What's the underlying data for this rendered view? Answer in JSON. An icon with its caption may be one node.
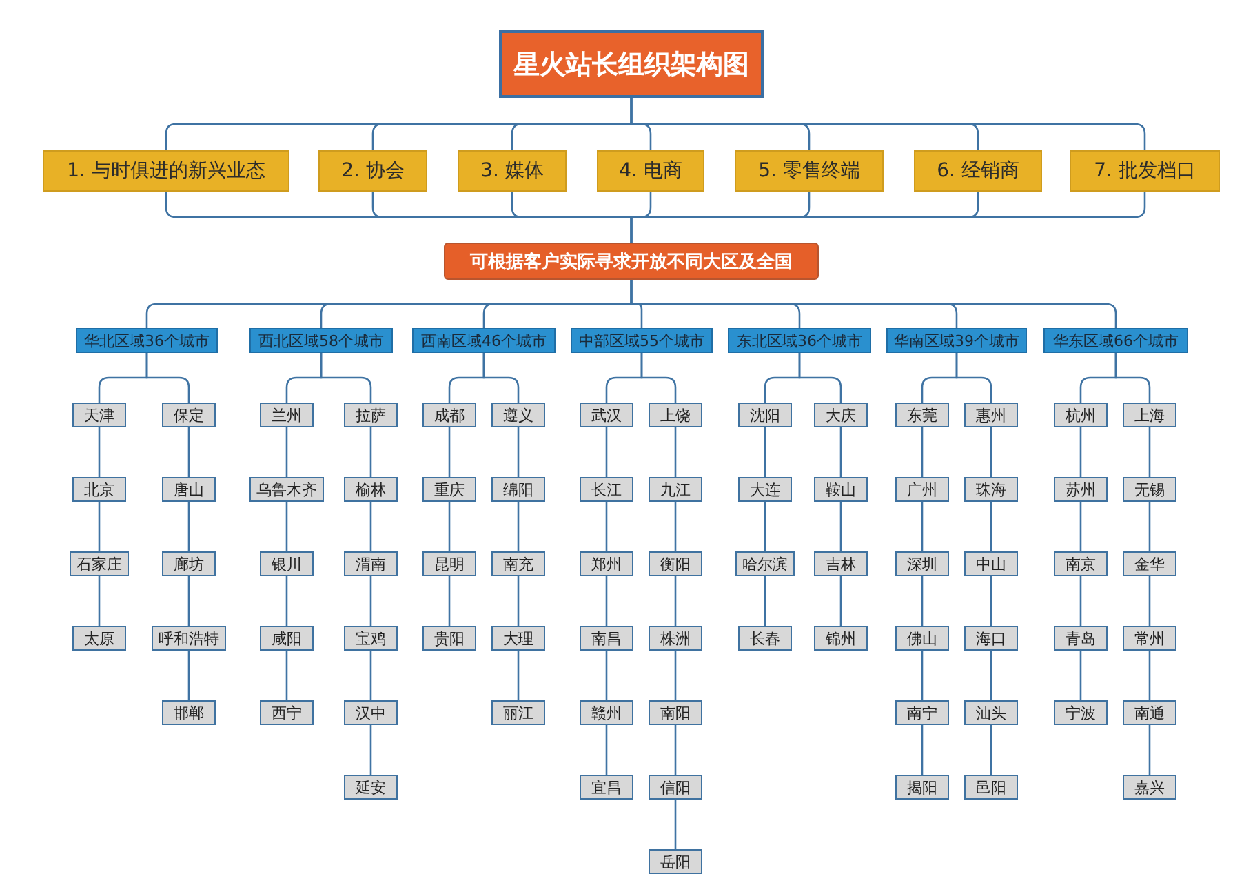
{
  "diagram": {
    "nodes": [
      {
        "text": [
          "星火站长组织架构图"
        ]
      },
      {
        "text": [
          "1. 与时俱进的新兴业态"
        ]
      },
      {
        "text": [
          "2. 协会"
        ]
      },
      {
        "text": [
          "3. 媒体"
        ]
      },
      {
        "text": [
          "4. 电商"
        ]
      },
      {
        "text": [
          "5. 零售终端"
        ]
      },
      {
        "text": [
          "6. 经销商"
        ]
      },
      {
        "text": [
          "7. 批发档口"
        ]
      },
      {
        "text": [
          "可根据客户实际寻求开放不同大区及全国"
        ]
      },
      {
        "text": [
          "华北区域36个城市"
        ]
      },
      {
        "text": [
          "西北区域58个城市"
        ]
      },
      {
        "text": [
          "西南区域46个城市"
        ]
      },
      {
        "text": [
          "中部区域55个城市"
        ]
      },
      {
        "text": [
          "东北区域36个城市"
        ]
      },
      {
        "text": [
          "华南区域39个城市"
        ]
      },
      {
        "text": [
          "华东区域66个城市"
        ]
      },
      {
        "text": [
          "天津"
        ]
      },
      {
        "text": [
          "北京"
        ]
      },
      {
        "text": [
          "石家庄"
        ]
      },
      {
        "text": [
          "太原"
        ]
      },
      {
        "text": [
          "保定"
        ]
      },
      {
        "text": [
          "唐山"
        ]
      },
      {
        "text": [
          "廊坊"
        ]
      },
      {
        "text": [
          "呼和浩特"
        ]
      },
      {
        "text": [
          "邯郸"
        ]
      },
      {
        "text": [
          "兰州"
        ]
      },
      {
        "text": [
          "乌鲁木齐"
        ]
      },
      {
        "text": [
          "银川"
        ]
      },
      {
        "text": [
          "咸阳"
        ]
      },
      {
        "text": [
          "西宁"
        ]
      },
      {
        "text": [
          "拉萨"
        ]
      },
      {
        "text": [
          "榆林"
        ]
      },
      {
        "text": [
          "渭南"
        ]
      },
      {
        "text": [
          "宝鸡"
        ]
      },
      {
        "text": [
          "汉中"
        ]
      },
      {
        "text": [
          "延安"
        ]
      },
      {
        "text": [
          "成都"
        ]
      },
      {
        "text": [
          "重庆"
        ]
      },
      {
        "text": [
          "昆明"
        ]
      },
      {
        "text": [
          "贵阳"
        ]
      },
      {
        "text": [
          "遵义"
        ]
      },
      {
        "text": [
          "绵阳"
        ]
      },
      {
        "text": [
          "南充"
        ]
      },
      {
        "text": [
          "大理"
        ]
      },
      {
        "text": [
          "丽江"
        ]
      },
      {
        "text": [
          "武汉"
        ]
      },
      {
        "text": [
          "长江"
        ]
      },
      {
        "text": [
          "郑州"
        ]
      },
      {
        "text": [
          "南昌"
        ]
      },
      {
        "text": [
          "赣州"
        ]
      },
      {
        "text": [
          "宜昌"
        ]
      },
      {
        "text": [
          "上饶"
        ]
      },
      {
        "text": [
          "九江"
        ]
      },
      {
        "text": [
          "衡阳"
        ]
      },
      {
        "text": [
          "株洲"
        ]
      },
      {
        "text": [
          "南阳"
        ]
      },
      {
        "text": [
          "信阳"
        ]
      },
      {
        "text": [
          "岳阳"
        ]
      },
      {
        "text": [
          "沈阳"
        ]
      },
      {
        "text": [
          "大连"
        ]
      },
      {
        "text": [
          "哈尔滨"
        ]
      },
      {
        "text": [
          "长春"
        ]
      },
      {
        "text": [
          "大庆"
        ]
      },
      {
        "text": [
          "鞍山"
        ]
      },
      {
        "text": [
          "吉林"
        ]
      },
      {
        "text": [
          "锦州"
        ]
      },
      {
        "text": [
          "东莞"
        ]
      },
      {
        "text": [
          "广州"
        ]
      },
      {
        "text": [
          "深圳"
        ]
      },
      {
        "text": [
          "佛山"
        ]
      },
      {
        "text": [
          "南宁"
        ]
      },
      {
        "text": [
          "揭阳"
        ]
      },
      {
        "text": [
          "惠州"
        ]
      },
      {
        "text": [
          "珠海"
        ]
      },
      {
        "text": [
          "中山"
        ]
      },
      {
        "text": [
          "海口"
        ]
      },
      {
        "text": [
          "汕头"
        ]
      },
      {
        "text": [
          "邑阳"
        ]
      },
      {
        "text": [
          "杭州"
        ]
      },
      {
        "text": [
          "苏州"
        ]
      },
      {
        "text": [
          "南京"
        ]
      },
      {
        "text": [
          "青岛"
        ]
      },
      {
        "text": [
          "宁波"
        ]
      },
      {
        "text": [
          "上海"
        ]
      },
      {
        "text": [
          "无锡"
        ]
      },
      {
        "text": [
          "金华"
        ]
      },
      {
        "text": [
          "常州"
        ]
      },
      {
        "text": [
          "南通"
        ]
      },
      {
        "text": [
          "嘉兴"
        ]
      }
    ],
    "edges": [
      {
        "from": 0,
        "to": 1,
        "arrow": "none"
      },
      {
        "from": 0,
        "to": 2,
        "arrow": "none"
      },
      {
        "from": 0,
        "to": 3,
        "arrow": "none"
      },
      {
        "from": 0,
        "to": 4,
        "arrow": "none"
      },
      {
        "from": 0,
        "to": 5,
        "arrow": "none"
      },
      {
        "from": 0,
        "to": 6,
        "arrow": "none"
      },
      {
        "from": 0,
        "to": 7,
        "arrow": "none"
      },
      {
        "from": 1,
        "to": 8,
        "arrow": "none"
      },
      {
        "from": 2,
        "to": 8,
        "arrow": "none"
      },
      {
        "from": 3,
        "to": 8,
        "arrow": "none"
      },
      {
        "from": 4,
        "to": 8,
        "arrow": "none"
      },
      {
        "from": 5,
        "to": 8,
        "arrow": "none"
      },
      {
        "from": 6,
        "to": 8,
        "arrow": "none"
      },
      {
        "from": 7,
        "to": 8,
        "arrow": "none"
      },
      {
        "from": 8,
        "to": 9,
        "arrow": "none"
      },
      {
        "from": 8,
        "to": 10,
        "arrow": "none"
      },
      {
        "from": 8,
        "to": 11,
        "arrow": "none"
      },
      {
        "from": 8,
        "to": 12,
        "arrow": "none"
      },
      {
        "from": 8,
        "to": 13,
        "arrow": "none"
      },
      {
        "from": 8,
        "to": 14,
        "arrow": "none"
      },
      {
        "from": 8,
        "to": 15,
        "arrow": "none"
      },
      {
        "from": 9,
        "to": 16,
        "arrow": "none"
      },
      {
        "from": 16,
        "to": 17,
        "arrow": "none"
      },
      {
        "from": 17,
        "to": 18,
        "arrow": "none"
      },
      {
        "from": 18,
        "to": 19,
        "arrow": "none"
      },
      {
        "from": 9,
        "to": 20,
        "arrow": "none"
      },
      {
        "from": 20,
        "to": 21,
        "arrow": "none"
      },
      {
        "from": 21,
        "to": 22,
        "arrow": "none"
      },
      {
        "from": 22,
        "to": 23,
        "arrow": "none"
      },
      {
        "from": 23,
        "to": 24,
        "arrow": "none"
      },
      {
        "from": 10,
        "to": 25,
        "arrow": "none"
      },
      {
        "from": 25,
        "to": 26,
        "arrow": "none"
      },
      {
        "from": 26,
        "to": 27,
        "arrow": "none"
      },
      {
        "from": 27,
        "to": 28,
        "arrow": "none"
      },
      {
        "from": 28,
        "to": 29,
        "arrow": "none"
      },
      {
        "from": 10,
        "to": 30,
        "arrow": "none"
      },
      {
        "from": 30,
        "to": 31,
        "arrow": "none"
      },
      {
        "from": 31,
        "to": 32,
        "arrow": "none"
      },
      {
        "from": 32,
        "to": 33,
        "arrow": "none"
      },
      {
        "from": 33,
        "to": 34,
        "arrow": "none"
      },
      {
        "from": 34,
        "to": 35,
        "arrow": "none"
      },
      {
        "from": 11,
        "to": 36,
        "arrow": "none"
      },
      {
        "from": 36,
        "to": 37,
        "arrow": "none"
      },
      {
        "from": 37,
        "to": 38,
        "arrow": "none"
      },
      {
        "from": 38,
        "to": 39,
        "arrow": "none"
      },
      {
        "from": 11,
        "to": 40,
        "arrow": "none"
      },
      {
        "from": 40,
        "to": 41,
        "arrow": "none"
      },
      {
        "from": 41,
        "to": 42,
        "arrow": "none"
      },
      {
        "from": 42,
        "to": 43,
        "arrow": "none"
      },
      {
        "from": 43,
        "to": 44,
        "arrow": "none"
      },
      {
        "from": 12,
        "to": 45,
        "arrow": "none"
      },
      {
        "from": 45,
        "to": 46,
        "arrow": "none"
      },
      {
        "from": 46,
        "to": 47,
        "arrow": "none"
      },
      {
        "from": 47,
        "to": 48,
        "arrow": "none"
      },
      {
        "from": 48,
        "to": 49,
        "arrow": "none"
      },
      {
        "from": 49,
        "to": 50,
        "arrow": "none"
      },
      {
        "from": 12,
        "to": 51,
        "arrow": "none"
      },
      {
        "from": 51,
        "to": 52,
        "arrow": "none"
      },
      {
        "from": 52,
        "to": 53,
        "arrow": "none"
      },
      {
        "from": 53,
        "to": 54,
        "arrow": "none"
      },
      {
        "from": 54,
        "to": 55,
        "arrow": "none"
      },
      {
        "from": 55,
        "to": 56,
        "arrow": "none"
      },
      {
        "from": 56,
        "to": 57,
        "arrow": "none"
      },
      {
        "from": 13,
        "to": 58,
        "arrow": "none"
      },
      {
        "from": 58,
        "to": 59,
        "arrow": "none"
      },
      {
        "from": 59,
        "to": 60,
        "arrow": "none"
      },
      {
        "from": 60,
        "to": 61,
        "arrow": "none"
      },
      {
        "from": 13,
        "to": 62,
        "arrow": "none"
      },
      {
        "from": 62,
        "to": 63,
        "arrow": "none"
      },
      {
        "from": 63,
        "to": 64,
        "arrow": "none"
      },
      {
        "from": 64,
        "to": 65,
        "arrow": "none"
      },
      {
        "from": 14,
        "to": 66,
        "arrow": "none"
      },
      {
        "from": 66,
        "to": 67,
        "arrow": "none"
      },
      {
        "from": 67,
        "to": 68,
        "arrow": "none"
      },
      {
        "from": 68,
        "to": 69,
        "arrow": "none"
      },
      {
        "from": 69,
        "to": 70,
        "arrow": "none"
      },
      {
        "from": 70,
        "to": 71,
        "arrow": "none"
      },
      {
        "from": 14,
        "to": 72,
        "arrow": "none"
      },
      {
        "from": 72,
        "to": 73,
        "arrow": "none"
      },
      {
        "from": 73,
        "to": 74,
        "arrow": "none"
      },
      {
        "from": 74,
        "to": 75,
        "arrow": "none"
      },
      {
        "from": 75,
        "to": 76,
        "arrow": "none"
      },
      {
        "from": 76,
        "to": 77,
        "arrow": "none"
      },
      {
        "from": 15,
        "to": 78,
        "arrow": "none"
      },
      {
        "from": 78,
        "to": 79,
        "arrow": "none"
      },
      {
        "from": 79,
        "to": 80,
        "arrow": "none"
      },
      {
        "from": 80,
        "to": 81,
        "arrow": "none"
      },
      {
        "from": 81,
        "to": 82,
        "arrow": "none"
      },
      {
        "from": 15,
        "to": 83,
        "arrow": "none"
      },
      {
        "from": 83,
        "to": 84,
        "arrow": "none"
      },
      {
        "from": 84,
        "to": 85,
        "arrow": "none"
      },
      {
        "from": 85,
        "to": 86,
        "arrow": "none"
      },
      {
        "from": 86,
        "to": 87,
        "arrow": "none"
      },
      {
        "from": 87,
        "to": 88,
        "arrow": "none"
      }
    ]
  }
}
